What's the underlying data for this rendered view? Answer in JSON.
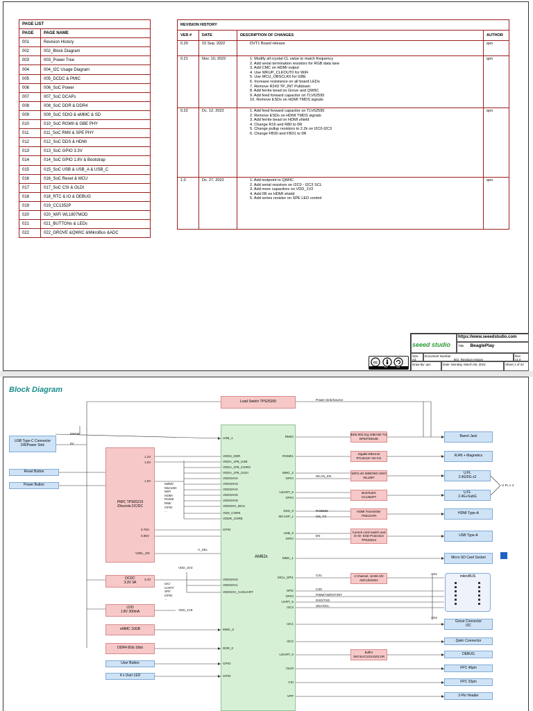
{
  "page_list": {
    "title": "PAGE LIST",
    "headers": [
      "PAGE",
      "PAGE NAME"
    ],
    "rows": [
      [
        "001",
        "Revision History"
      ],
      [
        "002",
        "002_Block Diagram"
      ],
      [
        "003",
        "003_Power Tree"
      ],
      [
        "004",
        "004_I2C Usage Diagram"
      ],
      [
        "005",
        "005_DCDC & PMIC"
      ],
      [
        "006",
        "006_SoC Power"
      ],
      [
        "007",
        "007_SoC DCAPs"
      ],
      [
        "008",
        "008_SoC DDR & DDR4"
      ],
      [
        "009",
        "009_SoC SDIO & eMMC & SD"
      ],
      [
        "010",
        "010_SoC RGMII & GBE PHY"
      ],
      [
        "011",
        "011_SoC RMII & SPE PHY"
      ],
      [
        "012",
        "012_SoC DDS & HDMI"
      ],
      [
        "013",
        "013_SoC GPIO 3.3V"
      ],
      [
        "014",
        "014_SoC GPIO 1.8V & Bootstrap"
      ],
      [
        "015",
        "015_SoC USB & USB_A & USB_C"
      ],
      [
        "016",
        "016_SoC Reset & MCU"
      ],
      [
        "017",
        "017_SoC CSI & OLDI"
      ],
      [
        "018",
        "018_RTC & IO & DEBUG"
      ],
      [
        "019",
        "019_CC1352P"
      ],
      [
        "020",
        "020_WiFi WL1807MOD"
      ],
      [
        "021",
        "021_BUTTONs & LEDs"
      ],
      [
        "022",
        "022_GROVE &QWIIC &MikroBus &ADC"
      ]
    ]
  },
  "revision_history": {
    "title": "REVISION HISTORY",
    "headers": [
      "VER #",
      "DATE",
      "DESCRIPTION OF CHANGES",
      "AUTHOR"
    ],
    "rows": [
      {
        "ver": "0.20",
        "date": "15 Sep. 2022",
        "changes": [
          "DVT1 Board release"
        ],
        "author": "qxn"
      },
      {
        "ver": "0.21",
        "date": "Nov. 10, 2022",
        "changes": [
          "1. Modify all crystal CL value to match frequency",
          "2. Add serial termination resistors for RGB data lane",
          "3. Add CMC on HDMI output",
          "4. Use WKUP_CLKOUT0 for WiFi",
          "5. Use MCU_OBSCLK0 for GBE",
          "6. Increase resistance on all board LEDs",
          "7. Remove R243 TP_INT Pulldown",
          "8. Add ferrite bead on Grove and QWIIC",
          "9. Add feed forward capacitor on TLV62595",
          "10. Remove ESDs on HDMI TMDS signals"
        ],
        "author": "qxn"
      },
      {
        "ver": "0.22",
        "date": "Dc. 12, 2022",
        "changes": [
          "1. Add feed forward capacitor on TLV62595",
          "2. Remove ESDs on HDMI TMDS signals",
          "3. Add ferrite bead on HDMI shield",
          "4. Change R16 and R80 to 0R",
          "5. Change pullup resistors to 2.2k on I2C0-I2C3",
          "6. Change FB30 and FB31 to 0R"
        ],
        "author": "qxn"
      },
      {
        "ver": "1.0",
        "date": "Dc. 27, 2022",
        "changes": [
          "1. Add testpoint to QWIIC",
          "2. Add serial resistors on I2C0 - I2C3 SCL",
          "3. Add more capacitors on VDD_1V2",
          "4. Add 0R on HDMI shield",
          "5. Add series resistor on SPE LED control"
        ],
        "author": "qxn"
      }
    ]
  },
  "title_block": {
    "logo": "seeed studio",
    "url": "https://www.seeedstudio.com",
    "title_label": "Title",
    "title": "BeaglePlay",
    "size_label": "Size",
    "size": "A3",
    "doc_label": "Document Number",
    "doc": "001_Revision History",
    "rev_label": "Rev",
    "rev": "v1.0",
    "drawn_label": "Draw By: qxn",
    "date_label": "Date:",
    "date": "Monday, March 06, 2023",
    "sheet_label": "Sheet",
    "sheet": "1 of 22",
    "cc_by": "BY",
    "cc_sa": "SA"
  },
  "block_diagram": {
    "title": "Block Diagram",
    "soc": "AM62x",
    "load_switch": "Load Switch\nTPS25200",
    "power_sink_source": "Power Sink/Source",
    "usbc": "USB Type-C Connector\nDR/Power Sink",
    "reset_button": "Reset Button",
    "power_button": "Power Button",
    "pmic": "PMIC TPS65219\n/Discrete DC/DC",
    "dcdc": "DCDC\n3.3V 3A",
    "ldo": "LDO\n1.8V 300mA",
    "emmc": "eMMC 16GB",
    "ddr4": "DDR4 8Gb 16bit",
    "user_button": "User Button",
    "user_led": "4 x User LED",
    "rails": [
      "1.2V",
      "1.8V",
      "1.8V",
      "0.75V",
      "0.85V",
      "3.3V"
    ],
    "vsel": "VSEL_SD",
    "vsel_sig": "V_SEL",
    "pmic_side_list": [
      "eMMC",
      "MicroSD",
      "WiFi",
      "HDMI",
      "RGMII",
      "RMII",
      "GPIO",
      "..."
    ],
    "dcdc_side_list": [
      "I2C/",
      "UART/",
      "SPI/",
      "GPIO",
      "..."
    ],
    "vdd_3v3": "VDD_3V3",
    "vdd_1v8": "VDD_1V8",
    "dpdm": "DPDM",
    "v5": "5V",
    "soc_left_pins": [
      "USB_1",
      "VDDS_DDR",
      "VDDA_1P8_USB",
      "VDDA_1P8_CSIRX",
      "VDDA_1P8_OLDI",
      "VDDSHV2",
      "VDDSHV3",
      "VDDSHV4",
      "VDDSHV5",
      "VDDSHV6",
      "VDDSHV_MCU",
      "VDD_CORE",
      "VDDR_CORE",
      "GPIO",
      "VDDSHV0",
      "VDDSHV1",
      "VDDSHV_CANUART",
      "MMC_0",
      "DDR_0",
      "GPIO",
      "GPIO"
    ],
    "soc_right_pins": [
      "RMII2",
      "RGMII1",
      "MMC_2",
      "GPIO",
      "USART_6",
      "GPIO",
      "DSS_0",
      "MCASP_1",
      "USB_0",
      "GPIO",
      "MMC_1",
      "MCU_SPI1",
      "SPI2",
      "GPIO",
      "UART_5",
      "I2C3",
      "I2C1",
      "I2C2",
      "USART_0",
      "OLDI",
      "CSI",
      "VPP"
    ],
    "mid_blocks": [
      "IEEE 802.3cg 10BASE-T1L\nDP83TD510E",
      "Gigabit Ethernet\nRTL8211F-VD-CG",
      "WiFi2.4G MIMO/5G SISO\nWL1807",
      "BLE/SubG\nCC1352P7",
      "HDMI Transmitter\nIT66121FN",
      "Current Limit Switch and\nD+/D- ESD Protection\nTPD3S014",
      "2 Channel, 16-Bit A/D\nADC102S021",
      "Buffer\nSN74LVC2G241DCUR"
    ],
    "mid_signals": [
      "WLAN_EN",
      "RGB565",
      "I2S_TX",
      "EN",
      "CS1",
      "CS0",
      "PWM/AN/RST/INT",
      "RXD/TXD",
      "SDA/SCL",
      "AN1",
      "AN2"
    ],
    "right_blocks": [
      "Barrel Jack",
      "RJ45 + Magnetics",
      "U.FL\n2.4G/5G x2",
      "U.FL\n2.4G+SubG",
      "HDMI Type-A",
      "USB Type-A",
      "Micro SD Card Socket",
      "Grove Connector\nI2C",
      "Qwiic Connector",
      "DEBUG",
      "FPC 40pin",
      "FPC 22pin",
      "2-Pin Header"
    ],
    "ufl_note": "U.FL x 4",
    "mikro_label": "mikroBUS"
  }
}
